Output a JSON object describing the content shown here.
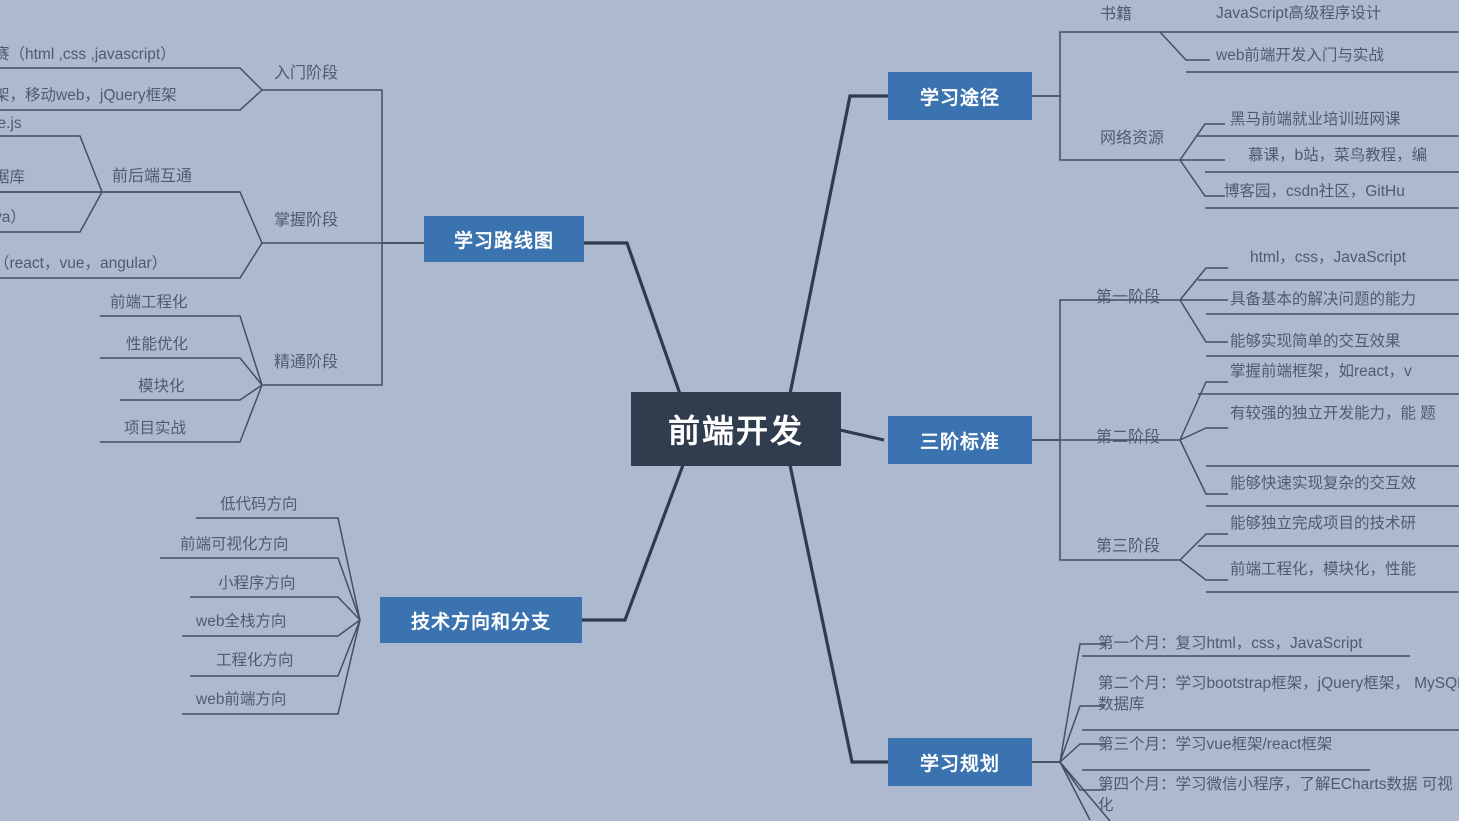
{
  "diagram": {
    "type": "mind-map",
    "title": "前端开发",
    "background_color": "#adb9cf",
    "root_color": "#303d4e",
    "branch_color": "#3b72b0",
    "line_color": "#2f3b4c",
    "text_color": "#4e5b6e"
  },
  "root": {
    "label": "前端开发"
  },
  "branches": {
    "roadmap": {
      "label": "学习路线图",
      "stages": {
        "entry": {
          "label": "入门阶段",
          "items": [
            "赛（html ,css ,javascript）",
            "架，移动web，jQuery框架"
          ]
        },
        "master": {
          "label": "掌握阶段",
          "interop": {
            "label": "前后端互通",
            "items": [
              "le.js",
              "据库",
              "va）"
            ]
          },
          "items": [
            "（react，vue，angular）"
          ]
        },
        "expert": {
          "label": "精通阶段",
          "items": [
            "前端工程化",
            "性能优化",
            "模块化",
            "项目实战"
          ]
        }
      }
    },
    "directions": {
      "label": "技术方向和分支",
      "items": [
        "低代码方向",
        "前端可视化方向",
        "小程序方向",
        "web全栈方向",
        "工程化方向",
        "web前端方向"
      ]
    },
    "channels": {
      "label": "学习途径",
      "groups": [
        {
          "label": "书籍",
          "items": [
            "JavaScript高级程序设计",
            "web前端开发入门与实战"
          ]
        },
        {
          "label": "网络资源",
          "items": [
            "黑马前端就业培训班网课",
            "慕课，b站，菜鸟教程，编",
            "博客园，csdn社区，GitHu"
          ]
        }
      ]
    },
    "standards": {
      "label": "三阶标准",
      "stages": [
        {
          "label": "第一阶段",
          "items": [
            "html，css，JavaScript",
            "具备基本的解决问题的能力",
            "能够实现简单的交互效果"
          ]
        },
        {
          "label": "第二阶段",
          "items": [
            "掌握前端框架，如react，v",
            "有较强的独立开发能力，能\n题",
            "能够快速实现复杂的交互效"
          ]
        },
        {
          "label": "第三阶段",
          "items": [
            "能够独立完成项目的技术研",
            "前端工程化，模块化，性能"
          ]
        }
      ]
    },
    "plan": {
      "label": "学习规划",
      "items": [
        "第一个月：复习html，css，JavaScript",
        "第二个月：学习bootstrap框架，jQuery框架，\nMySQL数据库",
        "第三个月：学习vue框架/react框架",
        "第四个月：学习微信小程序，了解ECharts数据\n可视化"
      ]
    }
  }
}
